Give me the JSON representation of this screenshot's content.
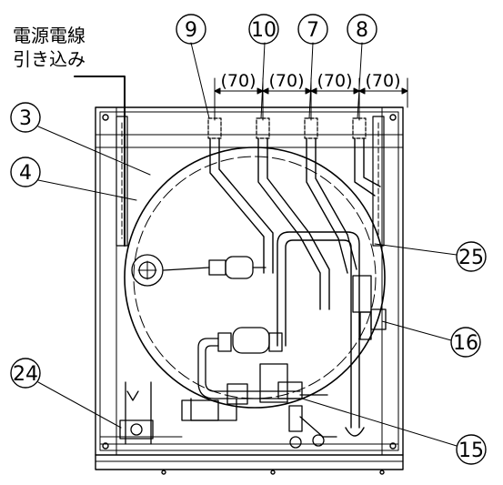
{
  "title_lines": [
    "電源電線",
    "引き込み"
  ],
  "callouts": [
    {
      "id": "9"
    },
    {
      "id": "10"
    },
    {
      "id": "7"
    },
    {
      "id": "8"
    },
    {
      "id": "3"
    },
    {
      "id": "4"
    },
    {
      "id": "25"
    },
    {
      "id": "16"
    },
    {
      "id": "24"
    },
    {
      "id": "15"
    }
  ],
  "dimensions": [
    "(70)",
    "(70)",
    "(70)",
    "(70)"
  ],
  "colors": {
    "line": "#000000",
    "background": "#ffffff"
  }
}
